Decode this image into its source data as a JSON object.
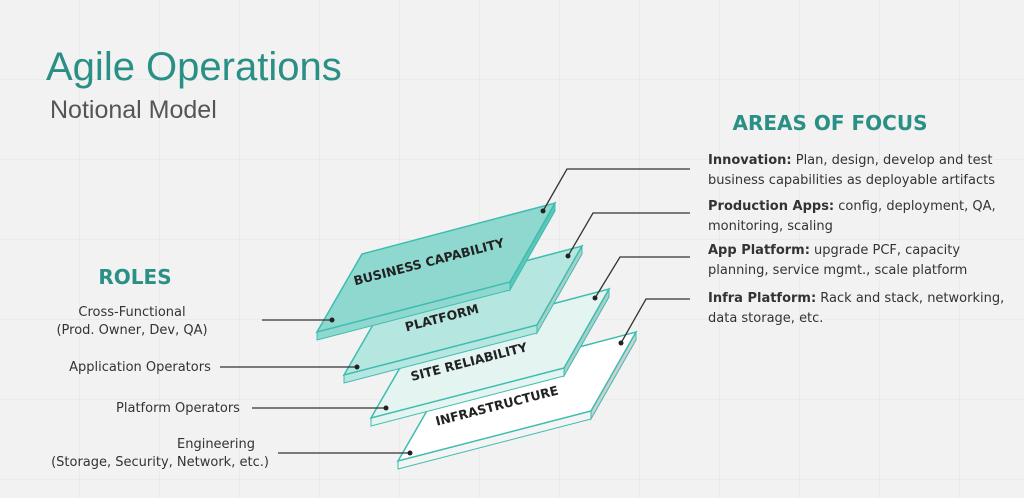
{
  "title": "Agile Operations",
  "subtitle": "Notional Model",
  "areas_heading": "AREAS OF FOCUS",
  "roles_heading": "ROLES",
  "layers": [
    {
      "label": "BUSINESS CAPABILITY",
      "fill": "#8fd8d0"
    },
    {
      "label": "PLATFORM",
      "fill": "#b5e6e0"
    },
    {
      "label": "SITE RELIABILITY",
      "fill": "#e3f4f1"
    },
    {
      "label": "INFRASTRUCTURE",
      "fill": "#ffffff"
    }
  ],
  "roles": [
    {
      "line1": "Cross-Functional",
      "line2": "(Prod. Owner, Dev, QA)"
    },
    {
      "line1": "Application Operators"
    },
    {
      "line1": "Platform Operators"
    },
    {
      "line1": "Engineering",
      "line2": "(Storage, Security, Network, etc.)"
    }
  ],
  "areas": [
    {
      "name": "Innovation:",
      "line1": " Plan, design, develop and test",
      "line2": "business capabilities as deployable artifacts"
    },
    {
      "name": "Production Apps:",
      "line1": " config, deployment, QA,",
      "line2": "monitoring, scaling"
    },
    {
      "name": "App Platform:",
      "line1": " upgrade PCF, capacity",
      "line2": "planning, service mgmt., scale platform"
    },
    {
      "name": "Infra Platform:",
      "line1": " Rack and stack, networking,",
      "line2": "data storage, etc."
    }
  ],
  "colors": {
    "accent": "#2a8f85",
    "edge": "#3dbdb0"
  }
}
